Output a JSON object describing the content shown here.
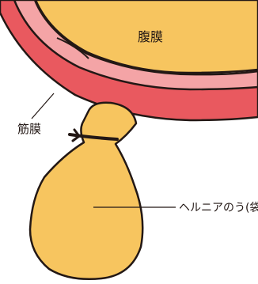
{
  "labels": {
    "peritoneum": "腹膜",
    "fascia": "筋膜",
    "hernia_sac": "ヘルニアのう(袋)"
  },
  "colors": {
    "peritoneum_fill": "#F7C55F",
    "muscle_band": "#E9595F",
    "inner_layer": "#F4A4A6",
    "outline": "#231815",
    "background": "#FFFFFF"
  }
}
